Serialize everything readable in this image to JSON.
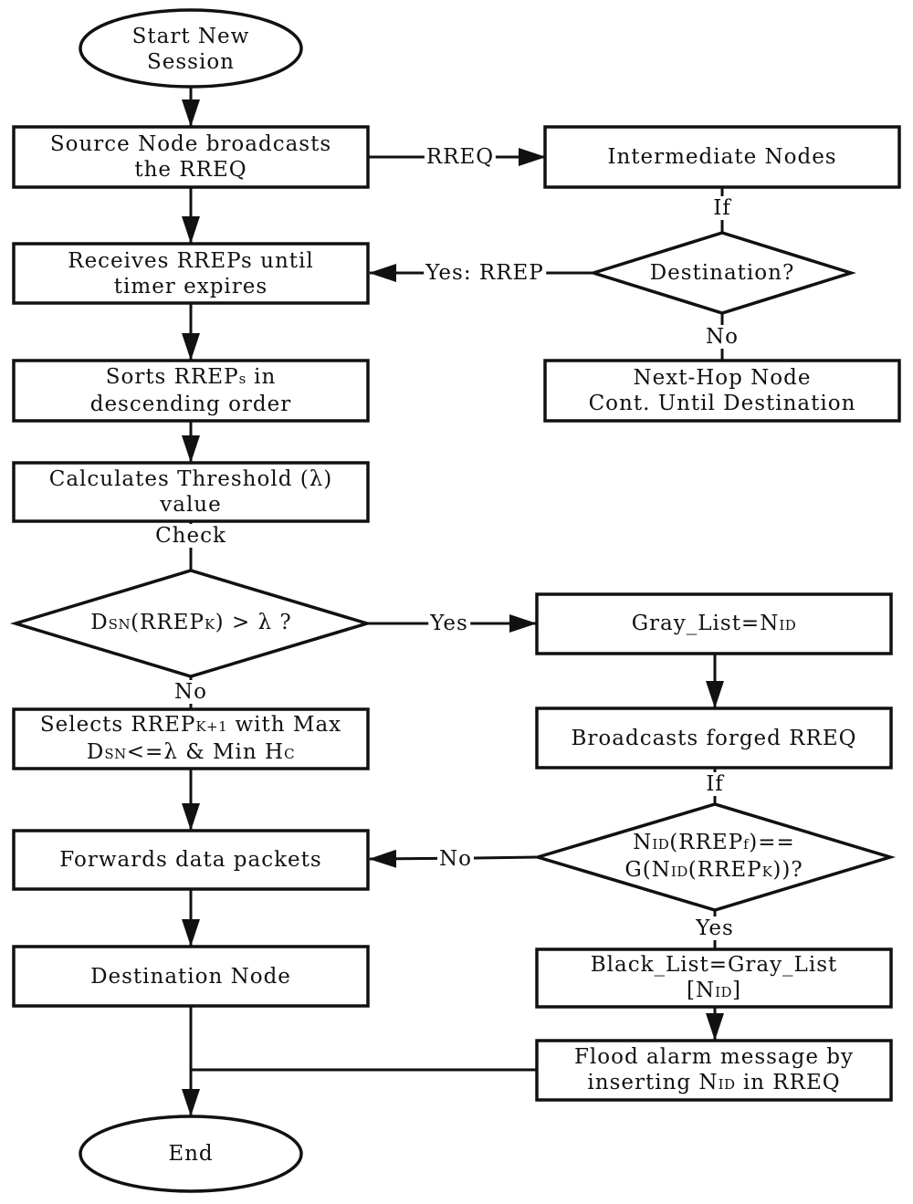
{
  "nodes": {
    "start": "Start New\nSession",
    "source_broadcast": "Source Node broadcasts\nthe RREQ",
    "intermediate": "Intermediate Nodes",
    "destination_check": "Destination?",
    "next_hop": "Next-Hop Node\nCont. Until Destination",
    "receives": "Receives RREPs until\ntimer expires",
    "sorts": {
      "a": "Sorts RREP",
      "b": "s",
      "c": " in",
      "d": "descending order"
    },
    "calculates": "Calculates Threshold (λ)\nvalue",
    "dsn_check": {
      "a": "D",
      "b": "SN",
      "c": "(RREP",
      "d": "K",
      "e": ") > λ ?"
    },
    "gray_list": {
      "a": "Gray_List=N",
      "b": "ID"
    },
    "selects": {
      "a": "Selects RREP",
      "b": "K+1",
      "c": " with Max",
      "d": "D",
      "e": "SN",
      "f": "<=λ & Min H",
      "g": "C"
    },
    "forged": "Broadcasts forged RREQ",
    "nid_check": {
      "a": "N",
      "b": "ID",
      "c": "(RREP",
      "d": "f",
      "e": ")==",
      "f": "G(N",
      "g": "ID",
      "h": "(RREP",
      "i": "K",
      "j": "))?"
    },
    "forwards": "Forwards data packets",
    "destination_node": "Destination Node",
    "black_list": {
      "a": "Black_List=Gray_List",
      "b": "[N",
      "c": "ID",
      "d": "]"
    },
    "flood": {
      "a": "Flood alarm message by",
      "b": "inserting N",
      "c": "ID",
      "d": " in RREQ"
    },
    "end": "End"
  },
  "edges": {
    "rreq": "RREQ",
    "if_1": "If",
    "yes_rrep": "Yes: RREP",
    "no_1": "No",
    "check": "Check",
    "yes_1": "Yes",
    "no_2": "No",
    "if_2": "If",
    "no_3": "No",
    "yes_2": "Yes"
  }
}
